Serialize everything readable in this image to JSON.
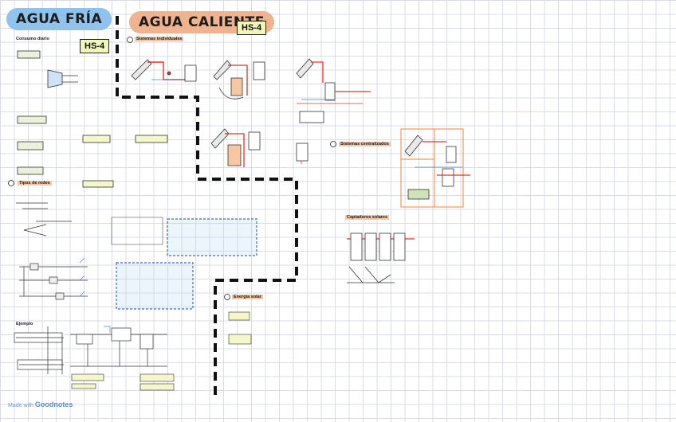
{
  "titles": {
    "cold": "AGUA FRÍA",
    "hot": "AGUA CALIENTE"
  },
  "tags": {
    "cold_tag": "HS-4",
    "hot_tag": "HS-4"
  },
  "colors": {
    "cold_banner": "#8fc2ec",
    "hot_banner": "#efb48f",
    "tag_fill": "#f1f7b8",
    "pipe_red": "#e0312c",
    "sketch_orange": "#ee9a5c"
  },
  "sections": {
    "consumo": "Consumo diario",
    "tipos_redes": "Tipos de redes",
    "sistemas_individuales": "Sistemas individuales",
    "sistemas_centralizados": "Sistemas centralizados",
    "energia_solar": "Energía solar",
    "captadores": "Captadores solares",
    "ejemplo": "Ejemplo"
  },
  "logo": {
    "prefix": "Made with",
    "brand": "Goodnotes"
  }
}
